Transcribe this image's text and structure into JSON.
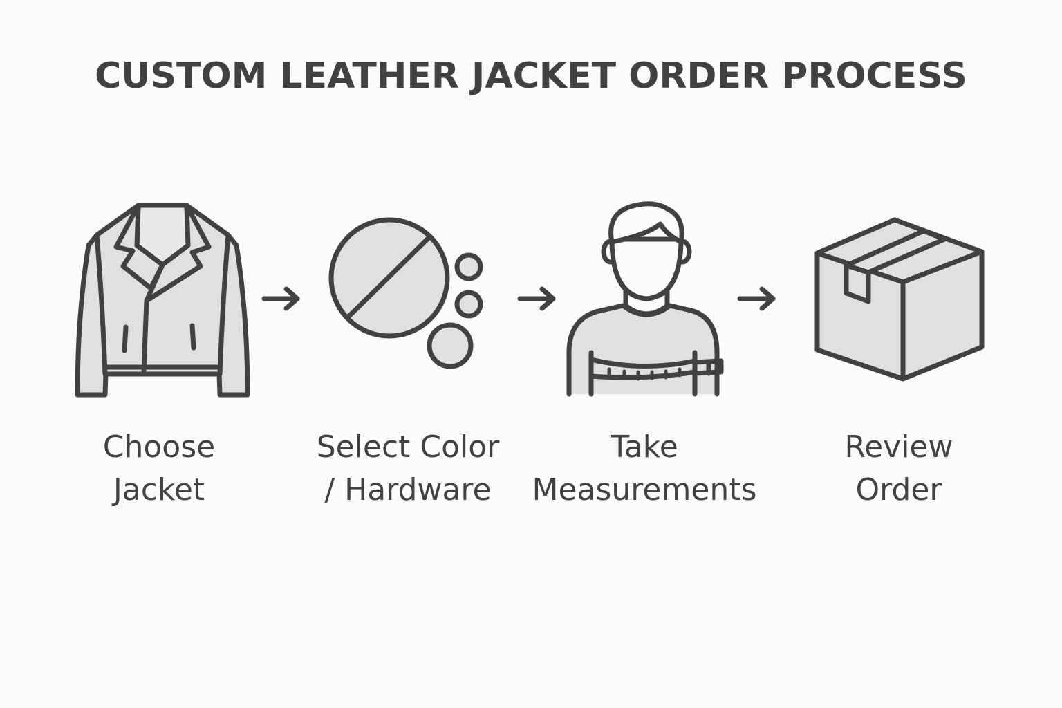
{
  "title": "CUSTOM LEATHER JACKET ORDER PROCESS",
  "colors": {
    "stroke": "#3f4143",
    "fill": "#e0e0e0",
    "background": "#fbfbfb"
  },
  "steps": [
    {
      "icon": "jacket-icon",
      "line1": "Choose",
      "line2": "Jacket"
    },
    {
      "icon": "color-hardware-icon",
      "line1": "Select Color",
      "line2": "/ Hardware"
    },
    {
      "icon": "measurement-person-icon",
      "line1": "Take",
      "line2": "Measurements"
    },
    {
      "icon": "box-icon",
      "line1": "Review",
      "line2": "Order"
    }
  ],
  "connectors": [
    "arrow-right-icon",
    "arrow-right-icon",
    "arrow-right-icon"
  ]
}
